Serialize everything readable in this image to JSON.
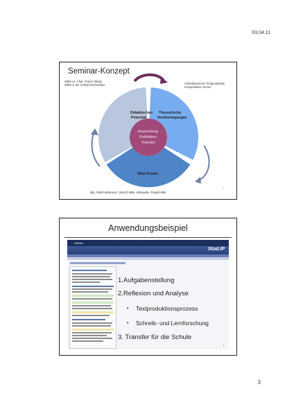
{
  "page": {
    "date": "03.04.11",
    "number": "3"
  },
  "slide1": {
    "title": "Seminar-Konzept",
    "note_topleft": [
      "Wikis vs. Chat, Forum, Blogs",
      "Wikis in der Schule/Hochschule"
    ],
    "note_topright": [
      "Schreibprozess/ Textproduktion",
      "Kooperatives Lernen"
    ],
    "segments": [
      {
        "name": "didaktik",
        "label": [
          "Didaktisches",
          "Potential"
        ],
        "color": "#b8c6de"
      },
      {
        "name": "theorie",
        "label": [
          "Theoretische",
          "Vorüberlegungen"
        ],
        "color": "#77acf0"
      },
      {
        "name": "praxis",
        "label": [
          "Wiki-Praxis"
        ],
        "color": "#4f84c7"
      }
    ],
    "center": [
      "Anwendung",
      "Reflektion",
      "Transfer"
    ],
    "center_color": "#a14a7a",
    "note_bottom": "allg. Wiki-Funktionen, Stud.IP-Wiki, Wikipedia, Projekt-Wiki",
    "slide_number": "1"
  },
  "slide2": {
    "title": "Anwendungsbeispiel",
    "screenshot": {
      "app": "Stud.IP",
      "site": "Gießen"
    },
    "items": [
      "1.Aufgabenstellung",
      "2.Reflexion und Analyse",
      "Textproduktionsprozess",
      "Schreib- und Lernforschung",
      "3.  Transfer für die Schule"
    ],
    "bullet_glyph": "•",
    "slide_number": "4"
  }
}
